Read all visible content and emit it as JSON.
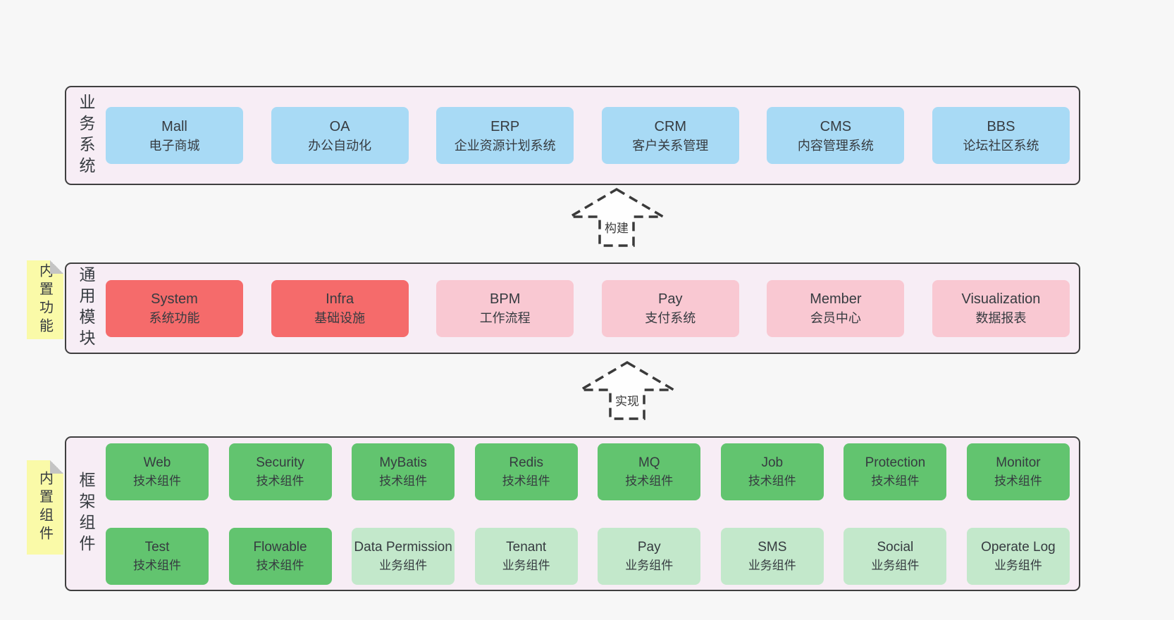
{
  "row1": {
    "label": "业务系统",
    "boxes": [
      {
        "en": "Mall",
        "cn": "电子商城"
      },
      {
        "en": "OA",
        "cn": "办公自动化"
      },
      {
        "en": "ERP",
        "cn": "企业资源计划系统"
      },
      {
        "en": "CRM",
        "cn": "客户关系管理"
      },
      {
        "en": "CMS",
        "cn": "内容管理系统"
      },
      {
        "en": "BBS",
        "cn": "论坛社区系统"
      }
    ]
  },
  "row2": {
    "label": "通用模块",
    "tag": "内置功能",
    "boxes": [
      {
        "en": "System",
        "cn": "系统功能",
        "variant": "red"
      },
      {
        "en": "Infra",
        "cn": "基础设施",
        "variant": "red"
      },
      {
        "en": "BPM",
        "cn": "工作流程",
        "variant": "pink"
      },
      {
        "en": "Pay",
        "cn": "支付系统",
        "variant": "pink"
      },
      {
        "en": "Member",
        "cn": "会员中心",
        "variant": "pink"
      },
      {
        "en": "Visualization",
        "cn": "数据报表",
        "variant": "pink"
      }
    ]
  },
  "row3": {
    "label": "框架组件",
    "tag": "内置组件",
    "top": [
      {
        "en": "Web",
        "cn": "技术组件",
        "variant": "green-dark"
      },
      {
        "en": "Security",
        "cn": "技术组件",
        "variant": "green-dark"
      },
      {
        "en": "MyBatis",
        "cn": "技术组件",
        "variant": "green-dark"
      },
      {
        "en": "Redis",
        "cn": "技术组件",
        "variant": "green-dark"
      },
      {
        "en": "MQ",
        "cn": "技术组件",
        "variant": "green-dark"
      },
      {
        "en": "Job",
        "cn": "技术组件",
        "variant": "green-dark"
      },
      {
        "en": "Protection",
        "cn": "技术组件",
        "variant": "green-dark"
      },
      {
        "en": "Monitor",
        "cn": "技术组件",
        "variant": "green-dark"
      }
    ],
    "bottom": [
      {
        "en": "Test",
        "cn": "技术组件",
        "variant": "green-dark"
      },
      {
        "en": "Flowable",
        "cn": "技术组件",
        "variant": "green-dark"
      },
      {
        "en": "Data Permission",
        "cn": "业务组件",
        "variant": "green-light"
      },
      {
        "en": "Tenant",
        "cn": "业务组件",
        "variant": "green-light"
      },
      {
        "en": "Pay",
        "cn": "业务组件",
        "variant": "green-light"
      },
      {
        "en": "SMS",
        "cn": "业务组件",
        "variant": "green-light"
      },
      {
        "en": "Social",
        "cn": "业务组件",
        "variant": "green-light"
      },
      {
        "en": "Operate Log",
        "cn": "业务组件",
        "variant": "green-light"
      }
    ]
  },
  "arrows": {
    "build": "构建",
    "implement": "实现"
  },
  "colors": {
    "page_bg": "#f7f7f7",
    "panel_bg": "#f7edf5",
    "panel_border": "#3f3f3f",
    "blue_box": "#a8daf5",
    "red_box": "#f56b6b",
    "pink_box": "#f9c8d2",
    "green_dark_box": "#62c46f",
    "green_light_box": "#c3e8cb",
    "sticky_yellow": "#fafaa8",
    "fold_gray": "#c4c4c4",
    "text": "#363b40"
  }
}
